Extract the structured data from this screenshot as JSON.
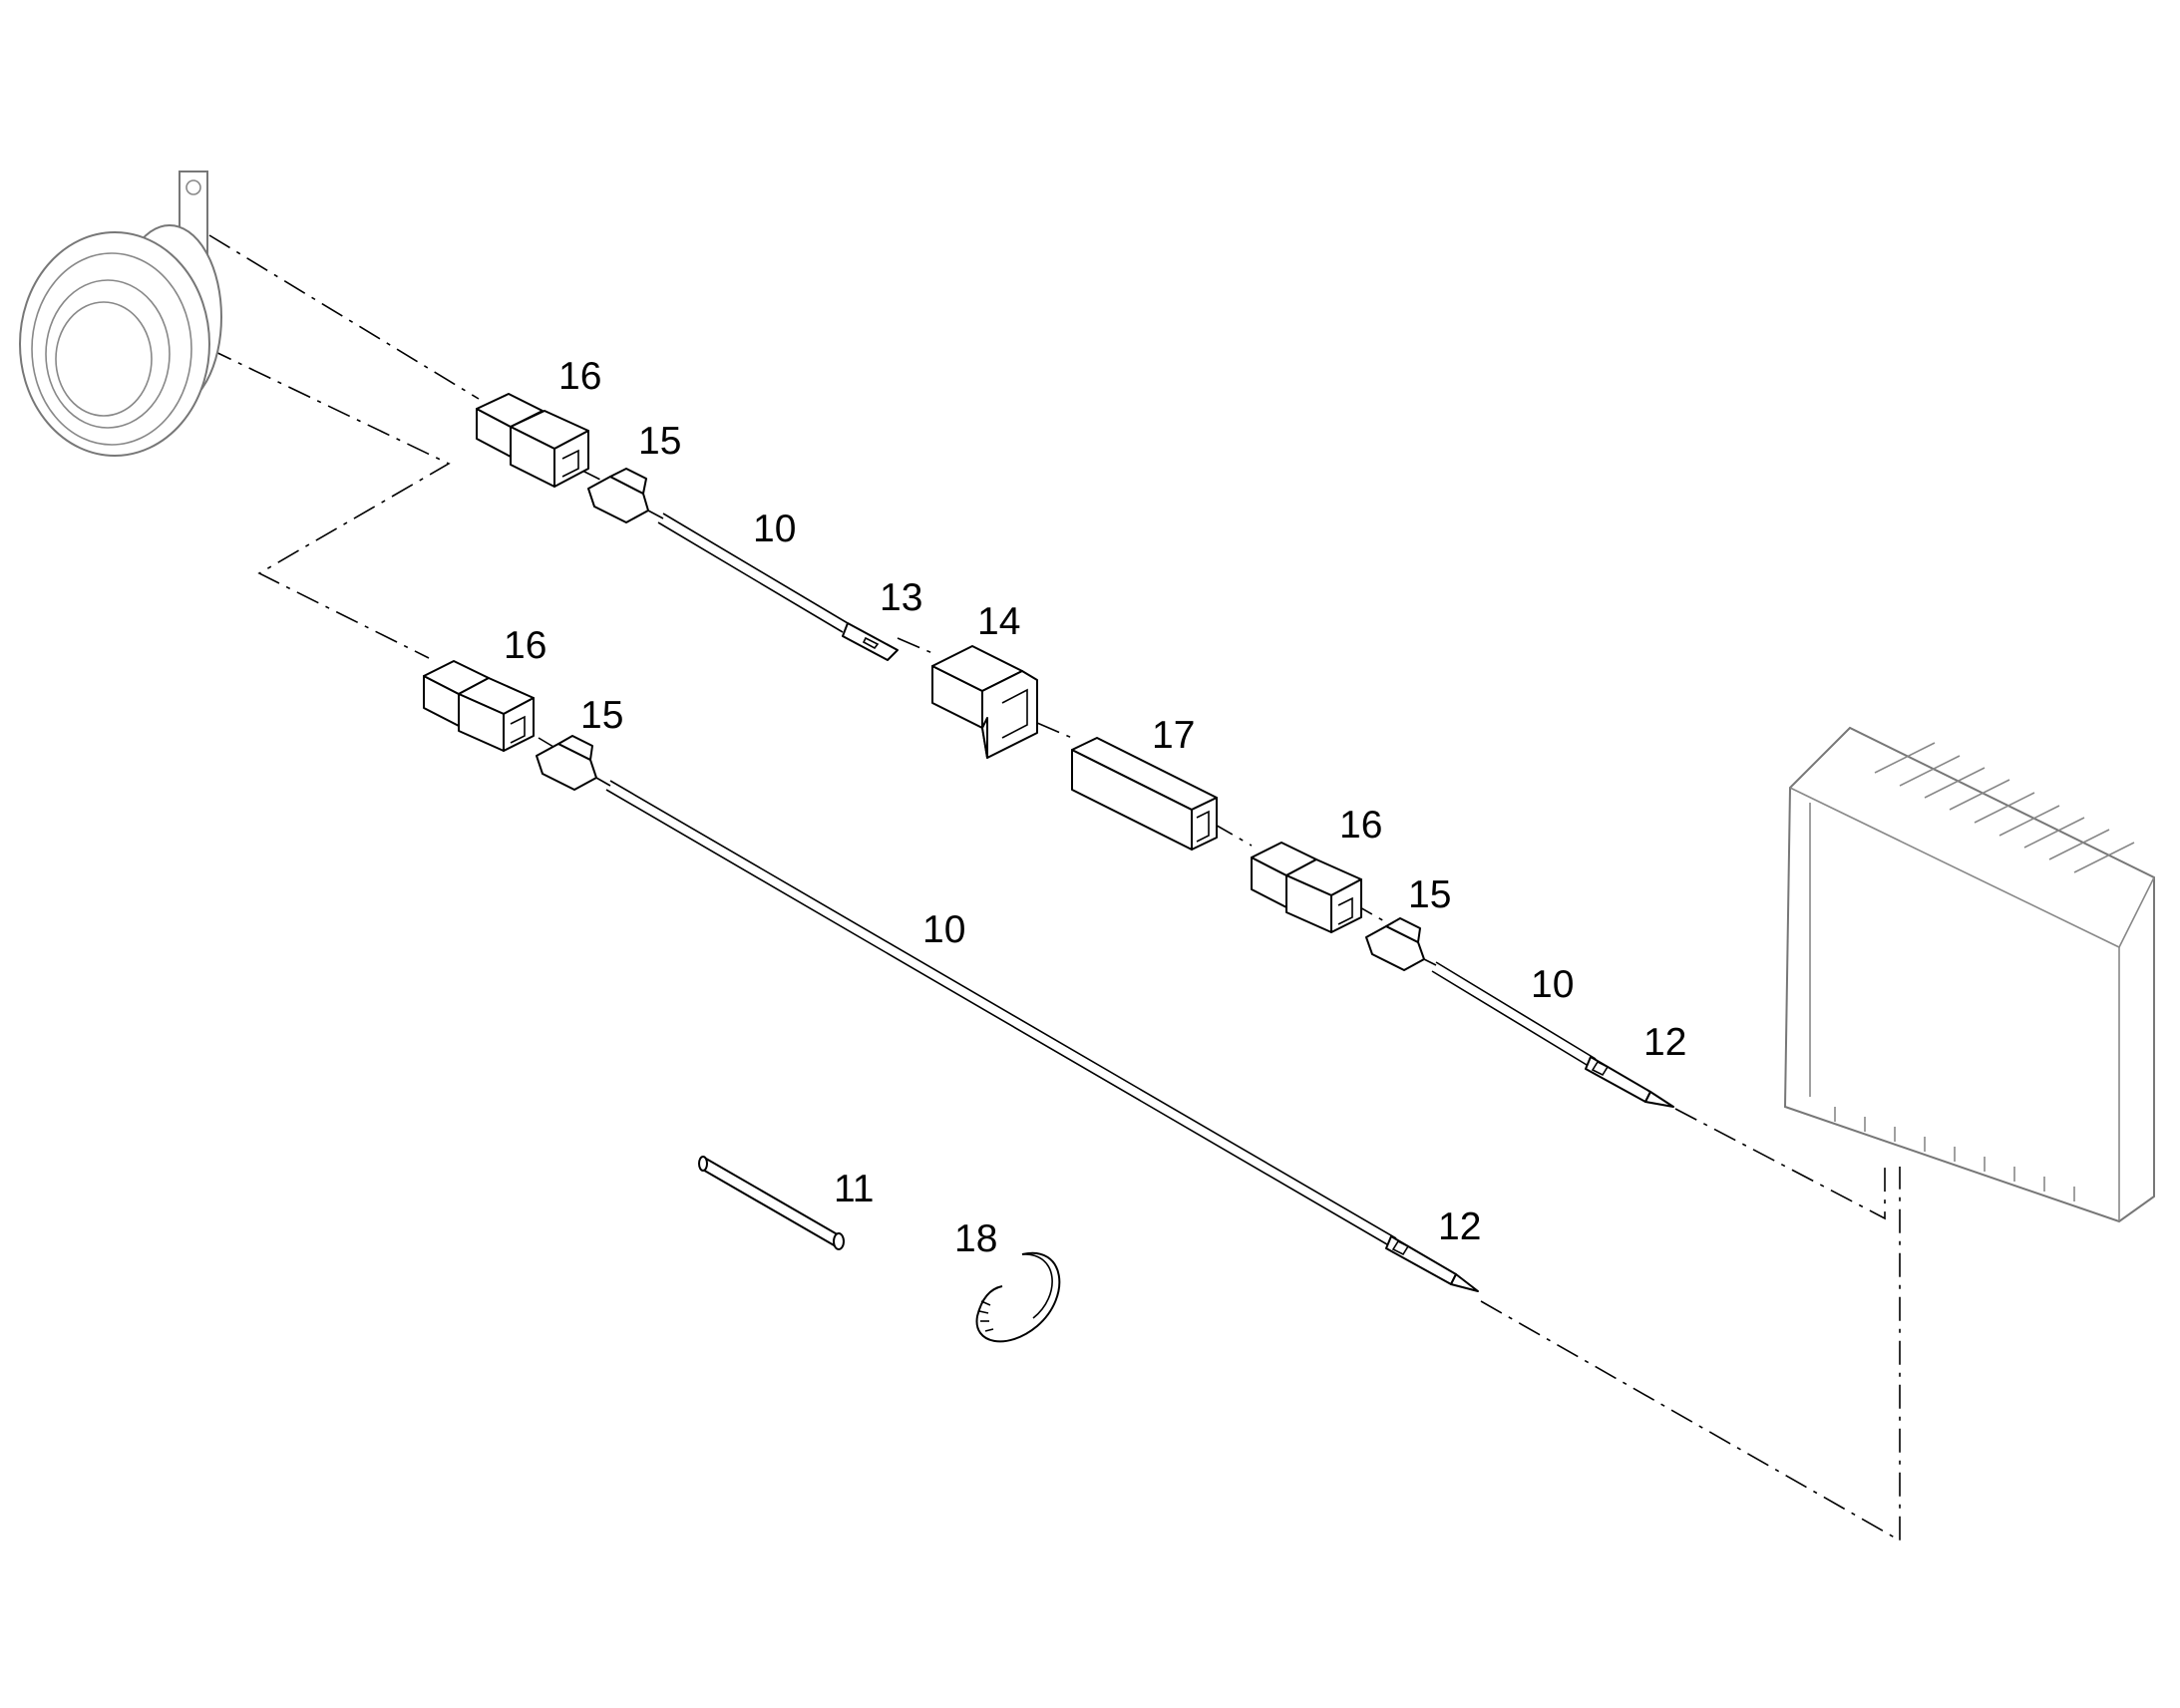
{
  "callouts": [
    {
      "id": "c16a",
      "text": "16"
    },
    {
      "id": "c15a",
      "text": "15"
    },
    {
      "id": "c10a",
      "text": "10"
    },
    {
      "id": "c13",
      "text": "13"
    },
    {
      "id": "c14",
      "text": "14"
    },
    {
      "id": "c16b",
      "text": "16"
    },
    {
      "id": "c15b",
      "text": "15"
    },
    {
      "id": "c17",
      "text": "17"
    },
    {
      "id": "c16c",
      "text": "16"
    },
    {
      "id": "c15c",
      "text": "15"
    },
    {
      "id": "c10b",
      "text": "10"
    },
    {
      "id": "c10c",
      "text": "10"
    },
    {
      "id": "c12a",
      "text": "12"
    },
    {
      "id": "c11",
      "text": "11"
    },
    {
      "id": "c18",
      "text": "18"
    },
    {
      "id": "c12b",
      "text": "12"
    }
  ]
}
